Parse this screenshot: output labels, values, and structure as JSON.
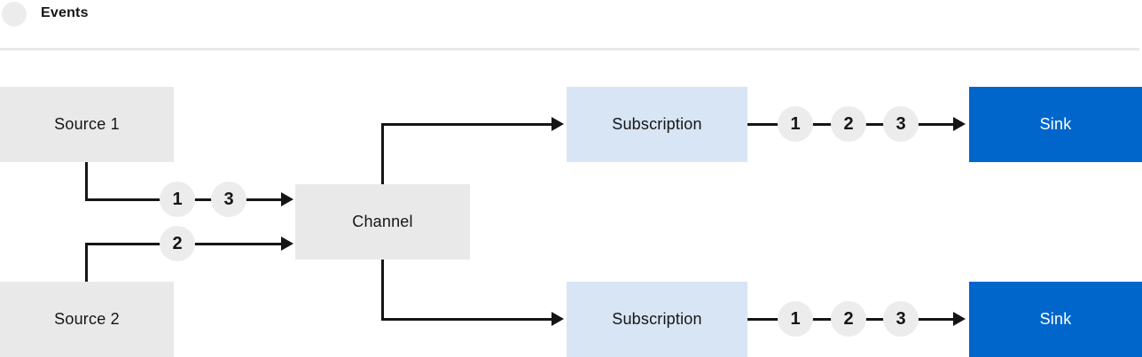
{
  "legend": {
    "label": "Events"
  },
  "colors": {
    "line": "#151515",
    "text_dark": "#151515",
    "text_light": "#ffffff",
    "gray_fill": "#e9e9e9",
    "circle_fill": "#ececec",
    "subscription_fill": "#d8e5f5",
    "sink_fill": "#0066cc",
    "separator": "#e8e8e8"
  },
  "nodes": {
    "source1": {
      "label": "Source 1"
    },
    "source2": {
      "label": "Source 2"
    },
    "channel": {
      "label": "Channel"
    },
    "subscription1": {
      "label": "Subscription"
    },
    "subscription2": {
      "label": "Subscription"
    },
    "sink1": {
      "label": "Sink"
    },
    "sink2": {
      "label": "Sink"
    }
  },
  "event_badges": {
    "source1_to_channel": [
      "1",
      "3"
    ],
    "source2_to_channel": [
      "2"
    ],
    "subscription1_to_sink1": [
      "1",
      "2",
      "3"
    ],
    "subscription2_to_sink2": [
      "1",
      "2",
      "3"
    ]
  }
}
